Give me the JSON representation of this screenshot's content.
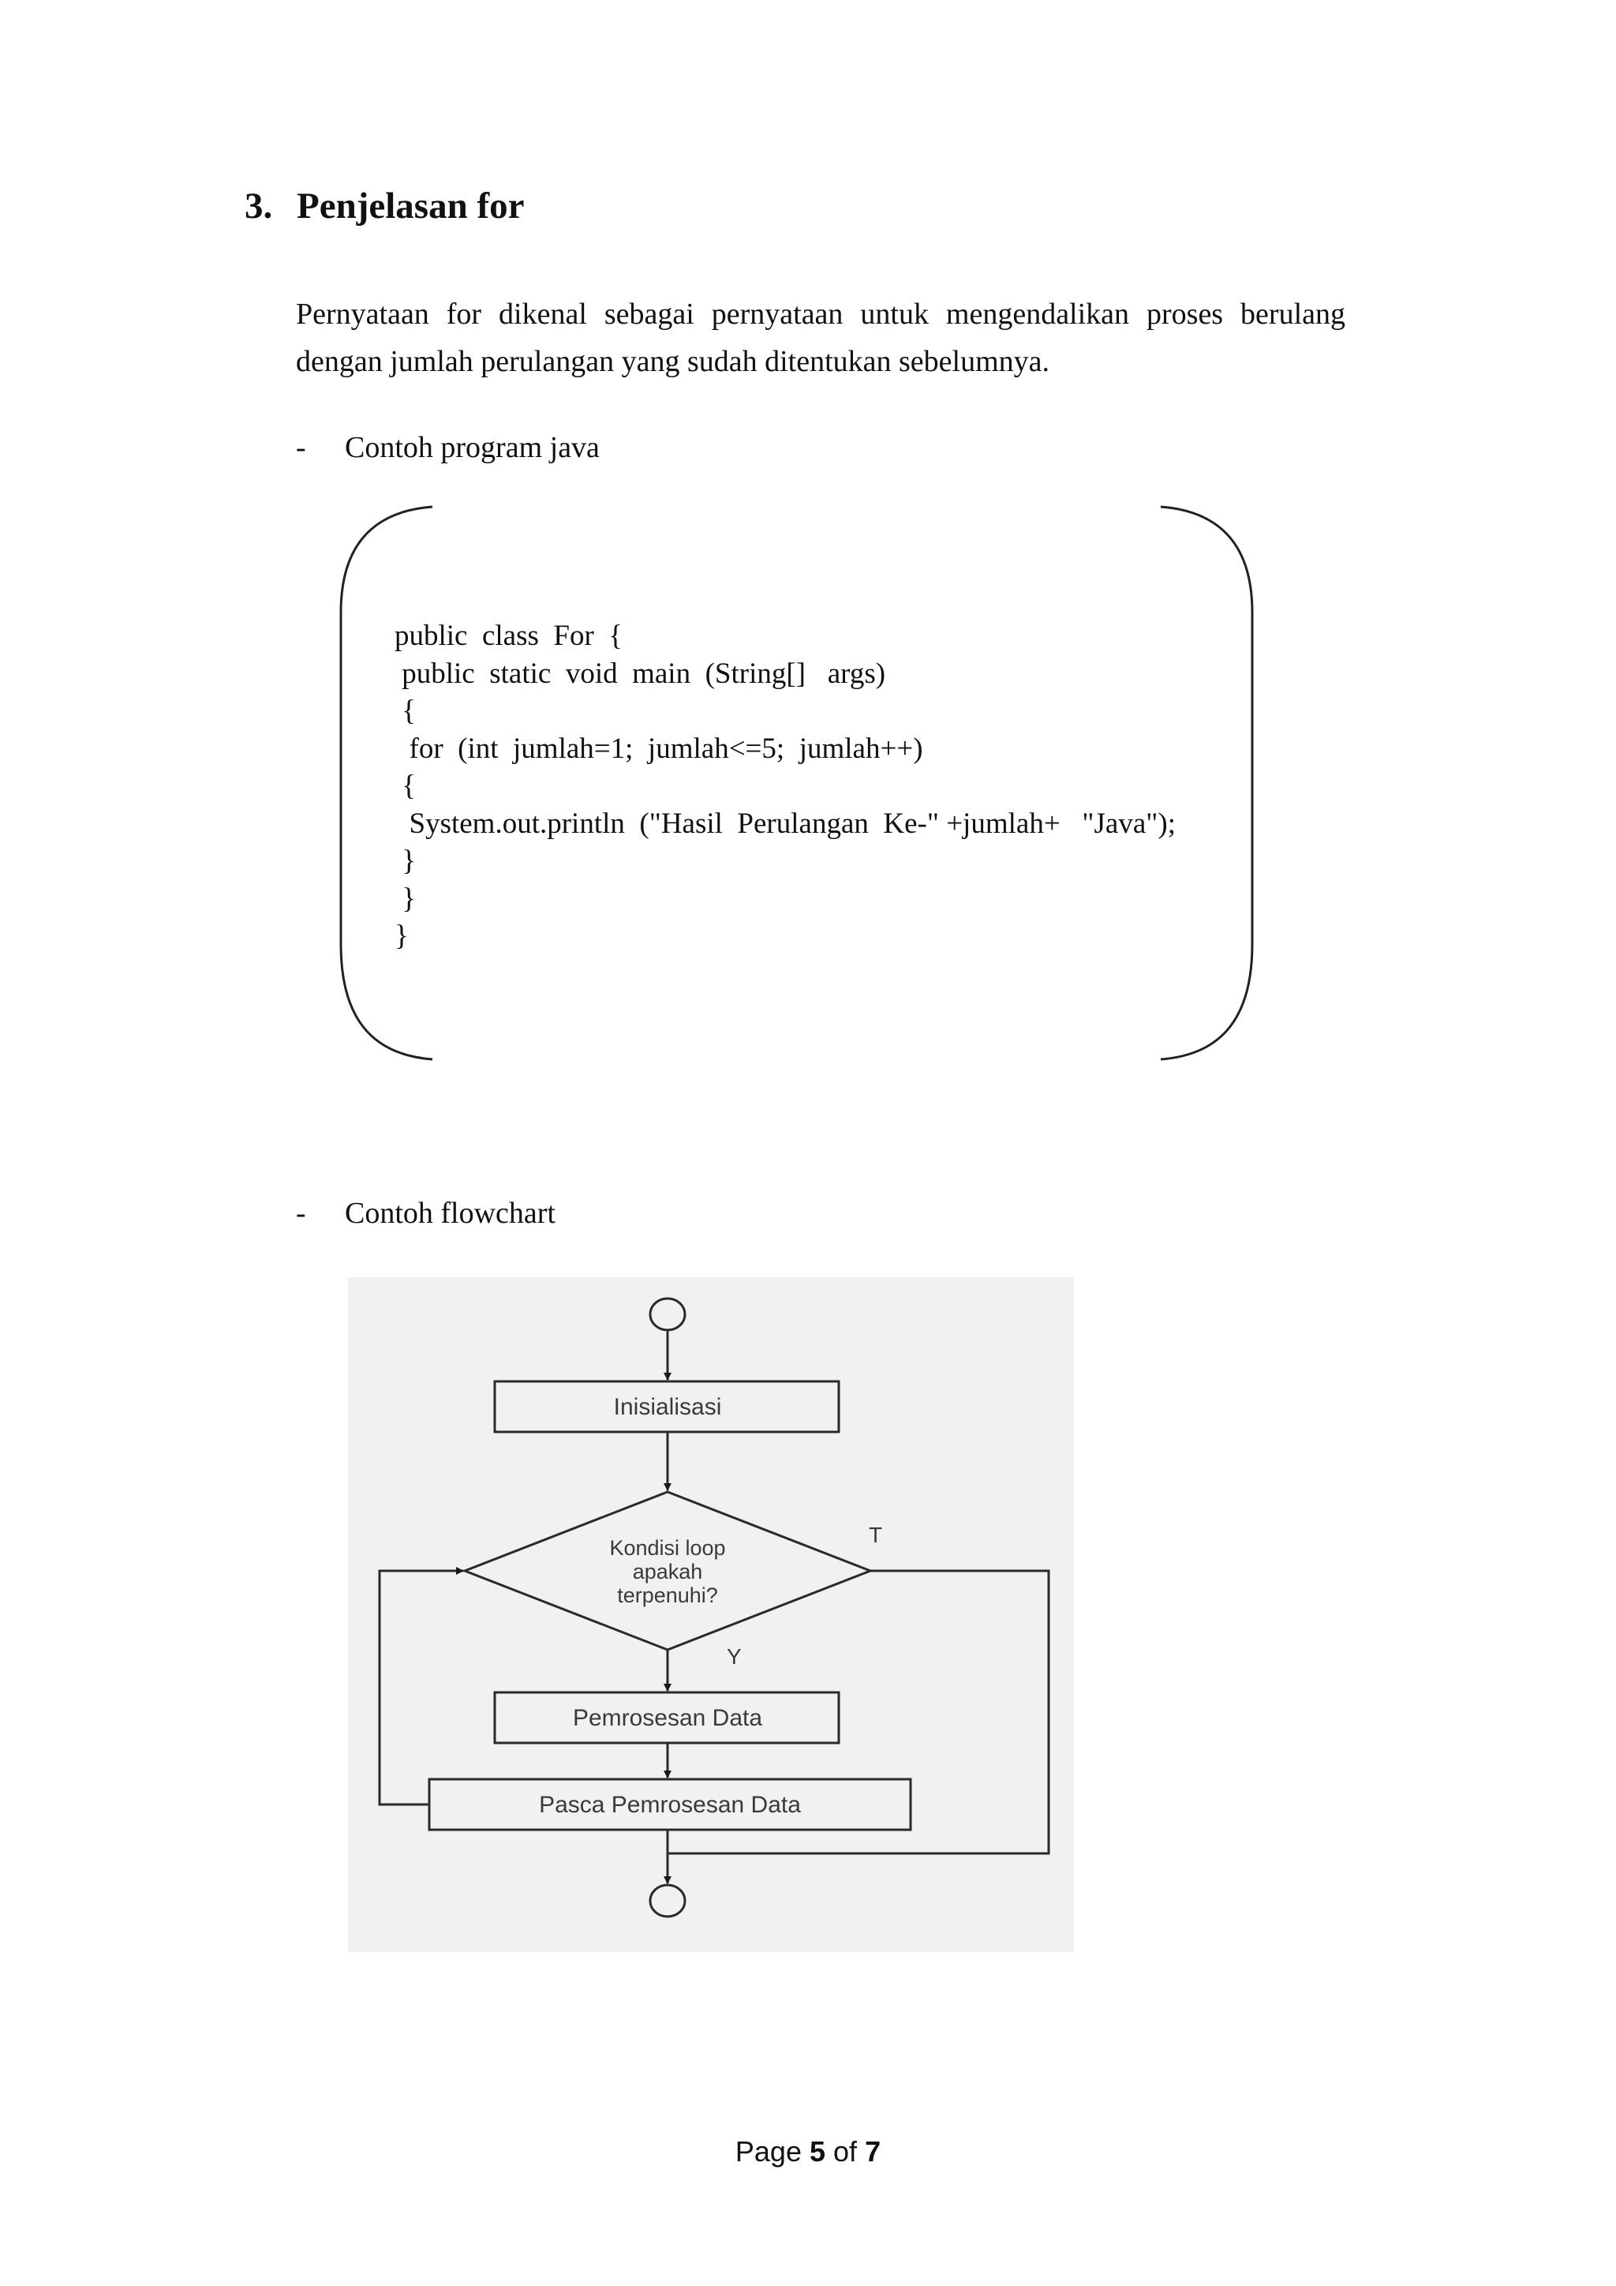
{
  "section": {
    "number": "3.",
    "title": "Penjelasan for",
    "paragraph": "Pernyataan for dikenal sebagai pernyataan untuk mengendalikan proses berulang dengan jumlah perulangan yang sudah ditentukan sebelumnya."
  },
  "bullets": {
    "dash": "-",
    "code_label": "Contoh program java",
    "flowchart_label": "Contoh flowchart"
  },
  "code_lines": [
    "public  class  For  {",
    " public  static  void  main  (String[]   args)",
    " {",
    "  for  (int  jumlah=1;  jumlah<=5;  jumlah++)",
    " {",
    "  System.out.println  (\"Hasil  Perulangan  Ke-\" +jumlah+   \"Java\");",
    " }",
    " }",
    "}"
  ],
  "flowchart": {
    "init_label": "Inisialisasi",
    "condition_lines": [
      "Kondisi loop",
      "apakah",
      "terpenuhi?"
    ],
    "false_label": "T",
    "true_label": "Y",
    "process_label": "Pemrosesan Data",
    "post_label": "Pasca Pemrosesan Data"
  },
  "footer": {
    "page_word": "Page",
    "page_current": "5",
    "of_word": "of",
    "page_total": "7"
  }
}
